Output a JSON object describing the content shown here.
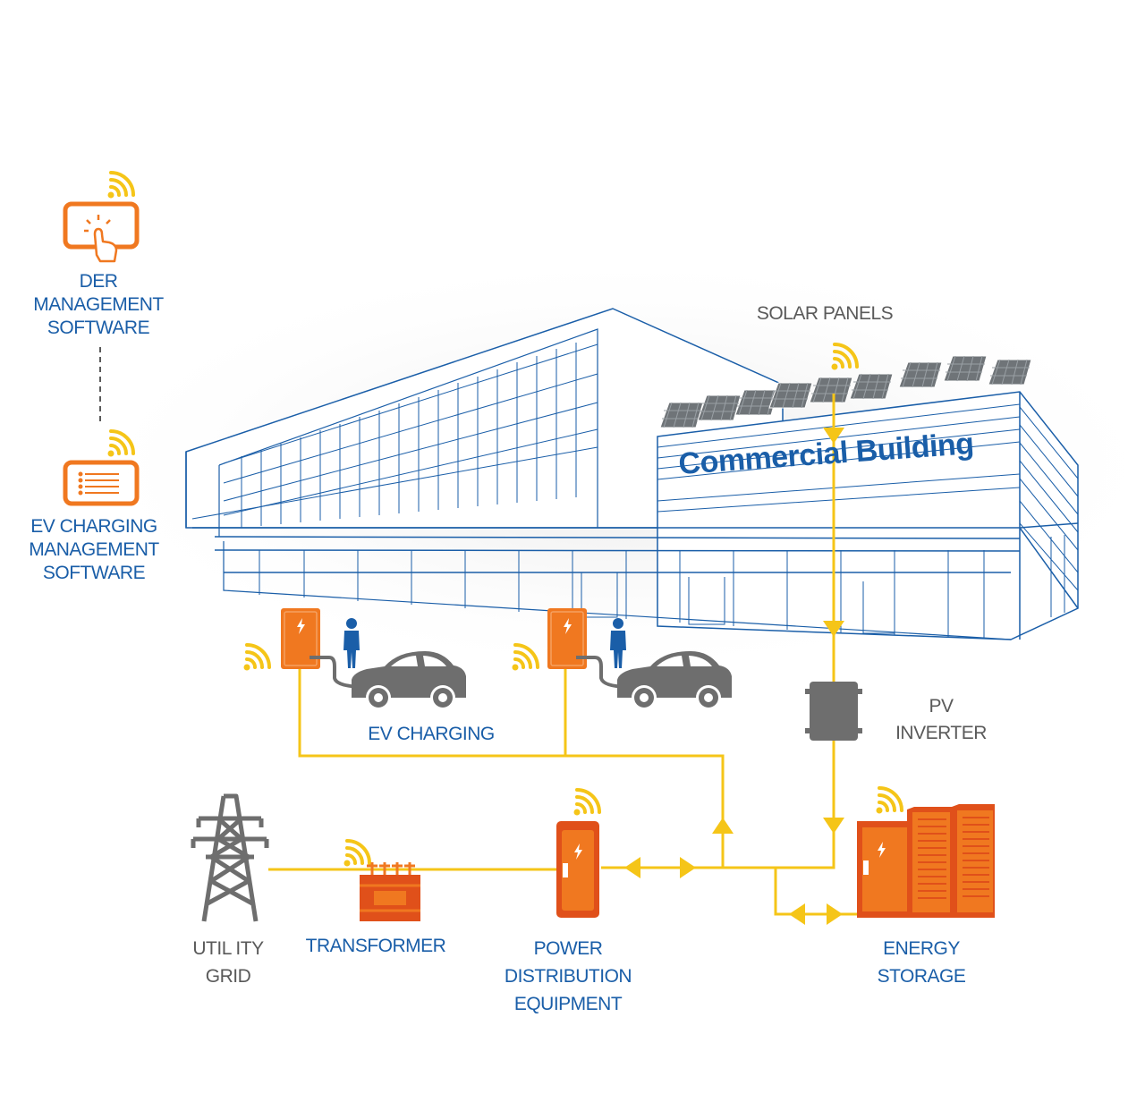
{
  "building": {
    "name": "Commercial Building"
  },
  "labels": {
    "der_software": [
      "DER",
      "MANAGEMENT",
      "SOFTWARE"
    ],
    "ev_software": [
      "EV CHARGING",
      "MANAGEMENT",
      "SOFTWARE"
    ],
    "solar_panels": "SOLAR PANELS",
    "pv_inverter": [
      "PV",
      "INVERTER"
    ],
    "ev_charging": "EV CHARGING",
    "utility_grid": [
      "UTIL ITY",
      "GRID"
    ],
    "transformer": "TRANSFORMER",
    "power_distribution": [
      "POWER",
      "DISTRIBUTION",
      "EQUIPMENT"
    ],
    "energy_storage": [
      "ENERGY",
      "STORAGE"
    ]
  },
  "colors": {
    "flow_line": "#f5c518",
    "device_orange": "#f07820",
    "device_dark_orange": "#e0501a",
    "label_blue": "#1a5ea8",
    "building_outline": "#1a5ea8",
    "device_gray": "#6e6e6e",
    "wireless_signal": "#f5c518"
  },
  "icons": {
    "wireless": "wireless-signal-icon",
    "touch": "touch-screen-icon",
    "list": "list-screen-icon",
    "lightning": "lightning-bolt-icon",
    "person": "person-icon",
    "car": "car-icon",
    "tower": "transmission-tower-icon"
  }
}
